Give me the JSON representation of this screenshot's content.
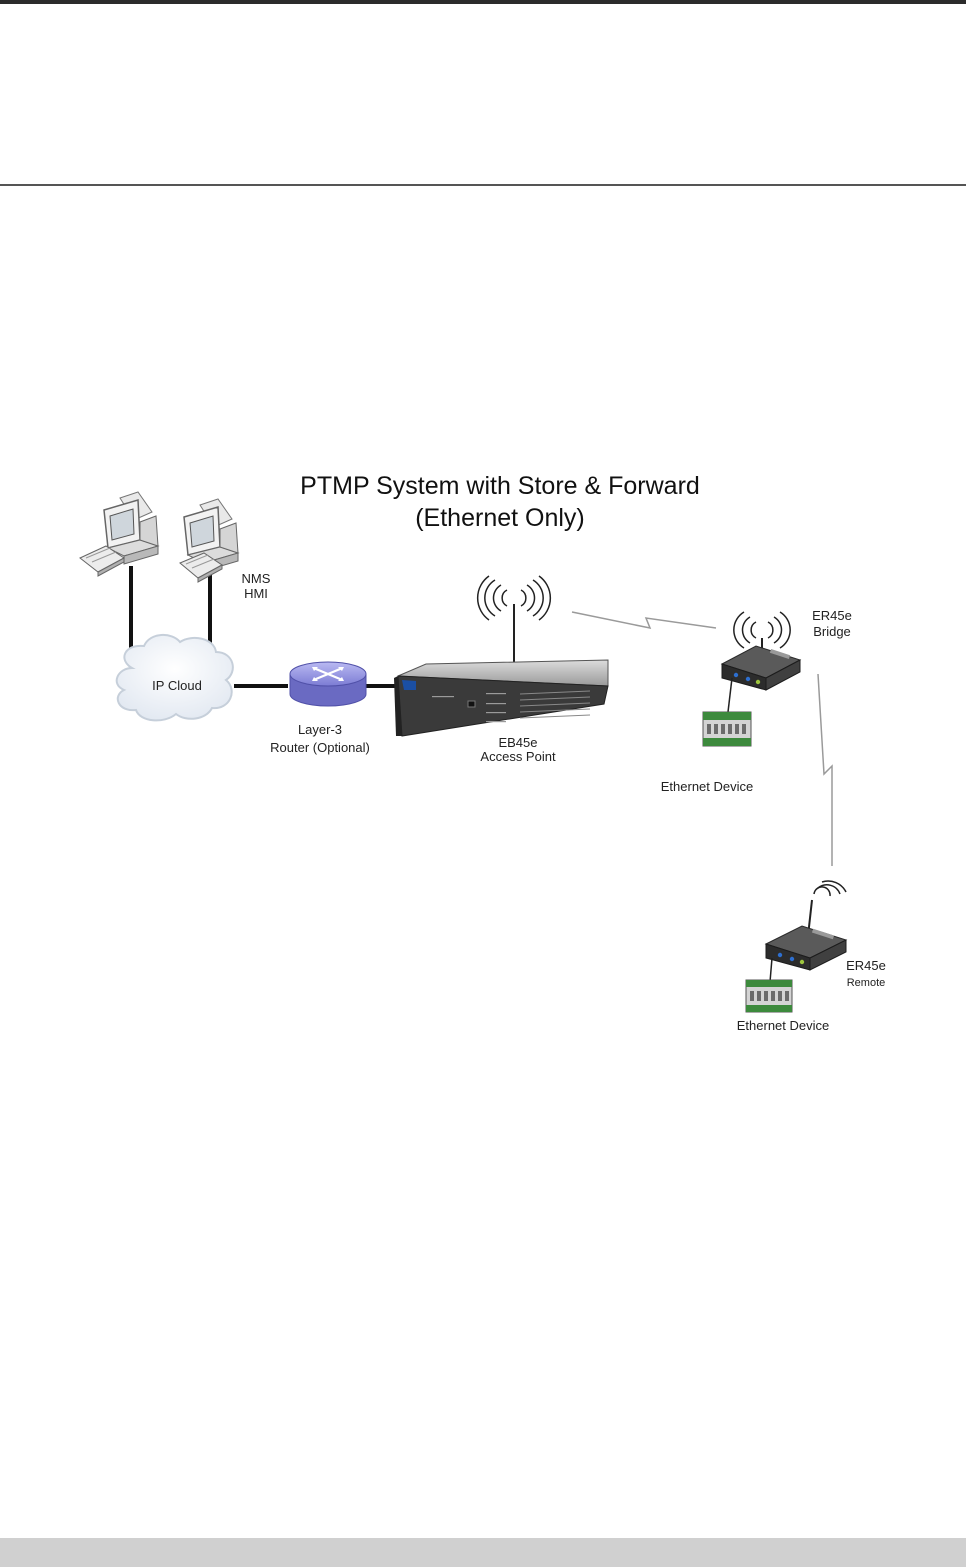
{
  "diagram": {
    "title_line1": "PTMP System with Store & Forward",
    "title_line2": "(Ethernet Only)",
    "nms_label_line1": "NMS",
    "nms_label_line2": "HMI",
    "cloud_label": "IP Cloud",
    "router_label_line1": "Layer-3",
    "router_label_line2": "Router (Optional)",
    "ap_label_line1": "EB45e",
    "ap_label_line2": "Access Point",
    "bridge_label_line1": "ER45e",
    "bridge_label_line2": "Bridge",
    "bridge_device_label": "Ethernet Device",
    "remote_label_line1": "ER45e",
    "remote_label_line2": "Remote",
    "remote_device_label": "Ethernet Device"
  },
  "colors": {
    "router": "#8f8fe0",
    "cloud": "#eef2f8",
    "link": "#111111",
    "radio_path": "#9a9a9a"
  }
}
